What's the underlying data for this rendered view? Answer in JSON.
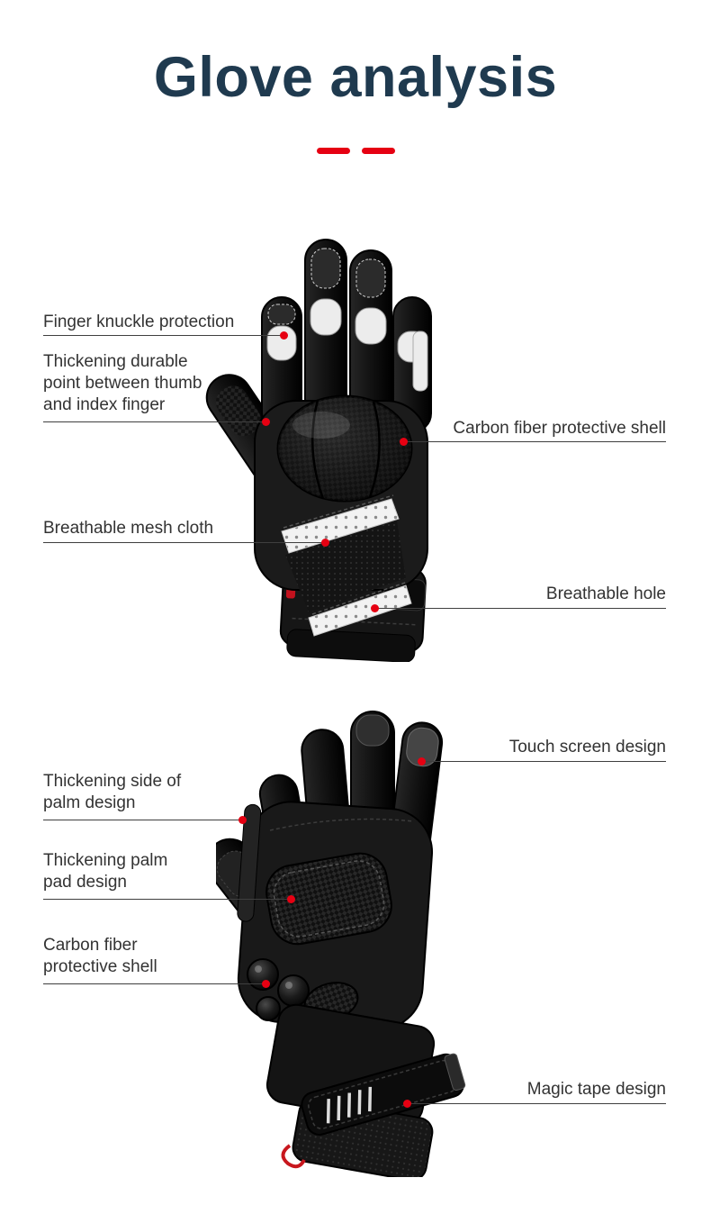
{
  "page": {
    "title": "Glove analysis",
    "accent_color": "#e60012",
    "title_color": "#1f3a4f",
    "text_color": "#333333",
    "background": "#ffffff"
  },
  "back_view": {
    "callouts": {
      "finger_knuckle": {
        "label": "Finger knuckle protection"
      },
      "thumb_webbing": {
        "lines": [
          "Thickening durable",
          "point between thumb",
          "and index finger"
        ]
      },
      "carbon_shell": {
        "label": "Carbon fiber protective shell"
      },
      "mesh_cloth": {
        "label": "Breathable mesh cloth"
      },
      "breathable_hole": {
        "label": "Breathable hole"
      }
    }
  },
  "palm_view": {
    "callouts": {
      "touch_screen": {
        "label": "Touch screen design"
      },
      "side_of_palm": {
        "lines": [
          "Thickening side of",
          "palm design"
        ]
      },
      "palm_pad": {
        "lines": [
          "Thickening palm",
          "pad design"
        ]
      },
      "carbon_shell": {
        "lines": [
          "Carbon fiber",
          "protective shell"
        ]
      },
      "magic_tape": {
        "label": "Magic tape design"
      }
    }
  }
}
